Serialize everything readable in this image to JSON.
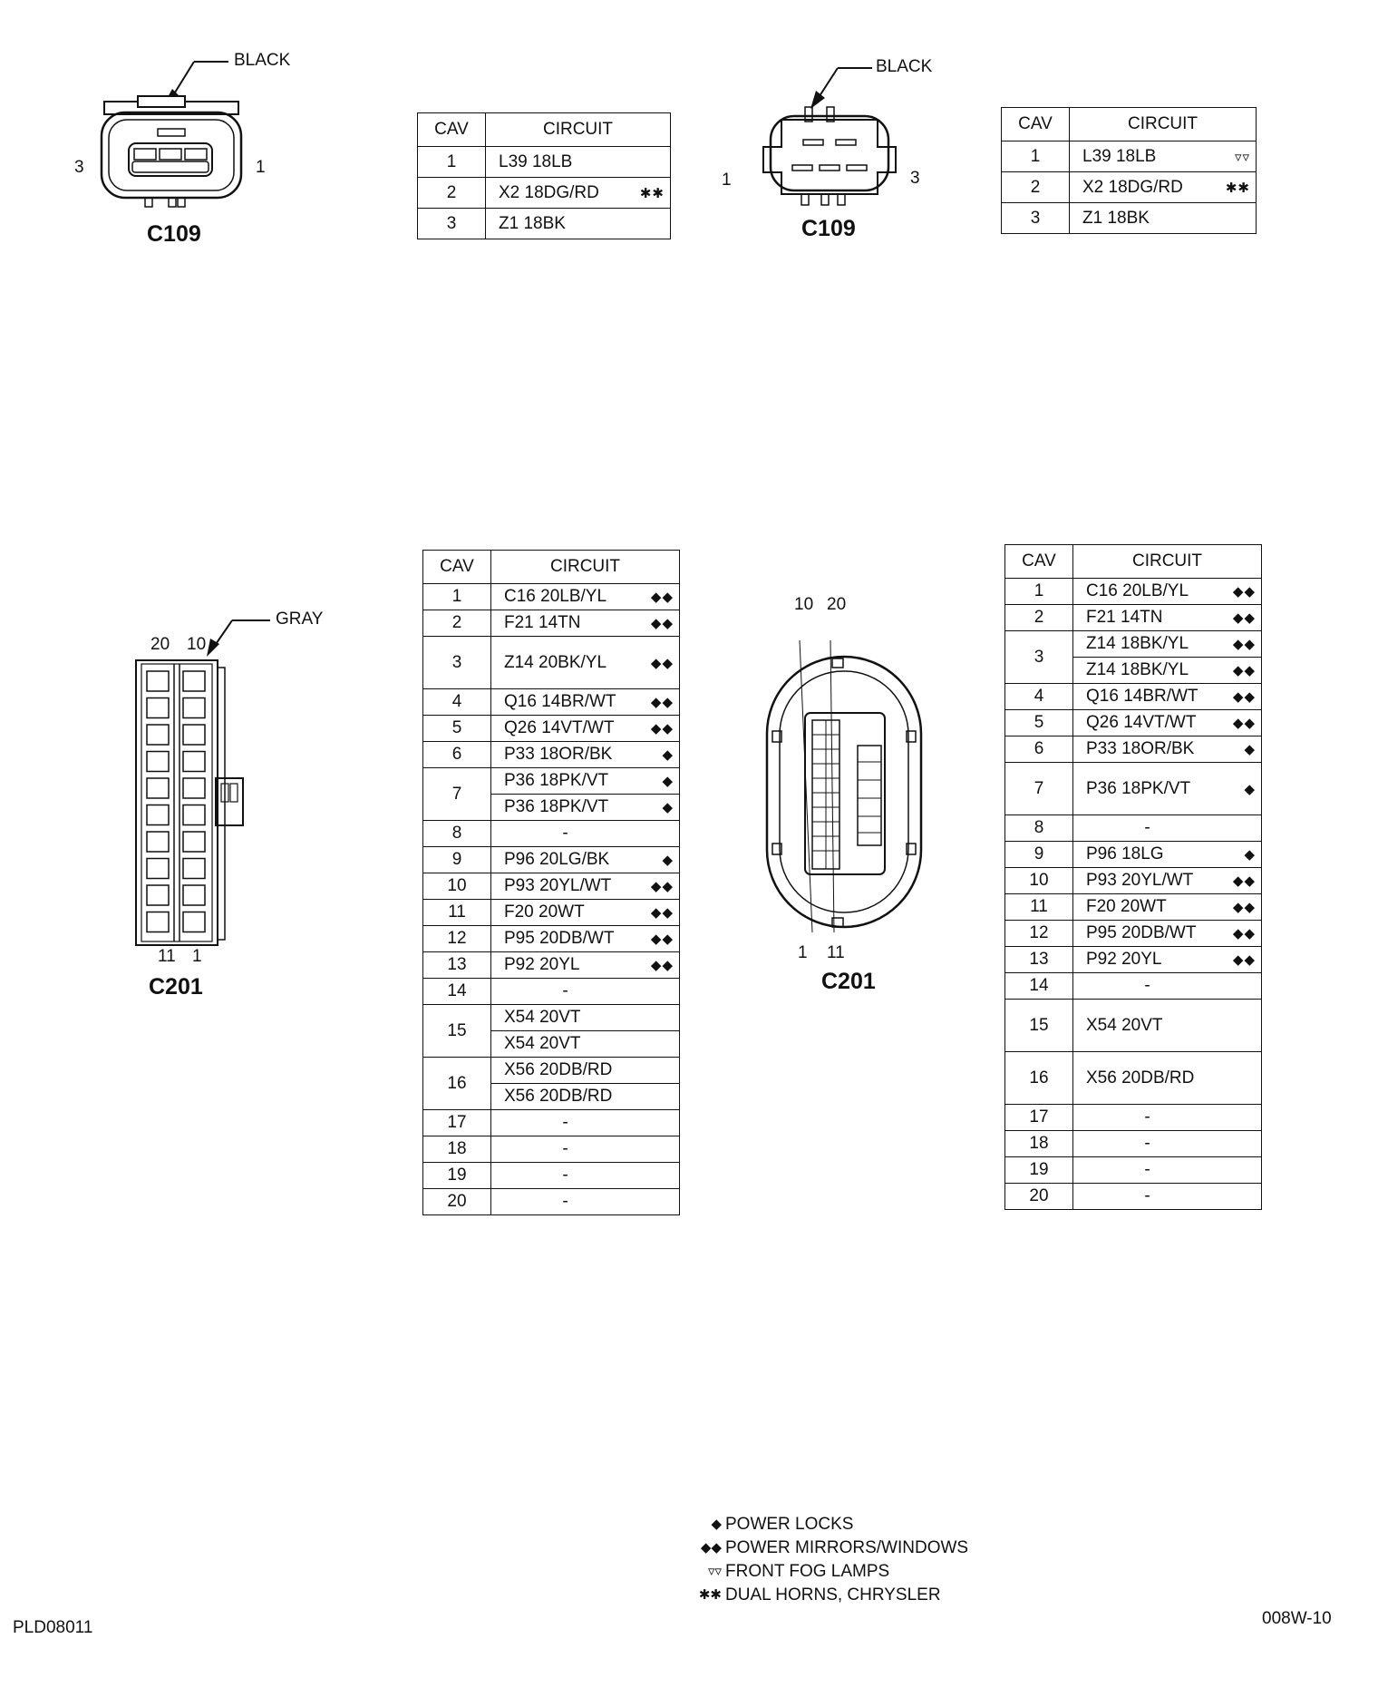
{
  "connectors": [
    {
      "name": "C109",
      "color_label": "BLACK",
      "pin_left": "3",
      "pin_right": "1",
      "table": {
        "headers": [
          "CAV",
          "CIRCUIT"
        ],
        "rows": [
          {
            "cav": "1",
            "circuit": "L39 18LB",
            "mark": ""
          },
          {
            "cav": "2",
            "circuit": "X2 18DG/RD",
            "mark": "✱✱"
          },
          {
            "cav": "3",
            "circuit": "Z1 18BK",
            "mark": ""
          }
        ]
      }
    },
    {
      "name": "C109",
      "color_label": "BLACK",
      "pin_left": "1",
      "pin_right": "3",
      "table": {
        "headers": [
          "CAV",
          "CIRCUIT"
        ],
        "rows": [
          {
            "cav": "1",
            "circuit": "L39 18LB",
            "mark": "▿▿"
          },
          {
            "cav": "2",
            "circuit": "X2 18DG/RD",
            "mark": "✱✱"
          },
          {
            "cav": "3",
            "circuit": "Z1 18BK",
            "mark": ""
          }
        ]
      }
    },
    {
      "name": "C201",
      "color_label": "GRAY",
      "pin_top": [
        "20",
        "10"
      ],
      "pin_bottom": [
        "11",
        "1"
      ],
      "table": {
        "headers": [
          "CAV",
          "CIRCUIT"
        ],
        "rows": [
          {
            "cav": "1",
            "circuits": [
              {
                "t": "C16 20LB/YL",
                "m": "◆◆"
              }
            ]
          },
          {
            "cav": "2",
            "circuits": [
              {
                "t": "F21 14TN",
                "m": "◆◆"
              }
            ]
          },
          {
            "cav": "3",
            "circuits": [
              {
                "t": "Z14 20BK/YL",
                "m": "◆◆"
              }
            ]
          },
          {
            "cav": "4",
            "circuits": [
              {
                "t": "Q16 14BR/WT",
                "m": "◆◆"
              }
            ]
          },
          {
            "cav": "5",
            "circuits": [
              {
                "t": "Q26 14VT/WT",
                "m": "◆◆"
              }
            ]
          },
          {
            "cav": "6",
            "circuits": [
              {
                "t": "P33 18OR/BK",
                "m": "◆"
              }
            ]
          },
          {
            "cav": "7",
            "circuits": [
              {
                "t": "P36 18PK/VT",
                "m": "◆"
              },
              {
                "t": "P36 18PK/VT",
                "m": "◆"
              }
            ]
          },
          {
            "cav": "8",
            "circuits": [
              {
                "t": "-",
                "m": ""
              }
            ]
          },
          {
            "cav": "9",
            "circuits": [
              {
                "t": "P96 20LG/BK",
                "m": "◆"
              }
            ]
          },
          {
            "cav": "10",
            "circuits": [
              {
                "t": "P93 20YL/WT",
                "m": "◆◆"
              }
            ]
          },
          {
            "cav": "11",
            "circuits": [
              {
                "t": "F20 20WT",
                "m": "◆◆"
              }
            ]
          },
          {
            "cav": "12",
            "circuits": [
              {
                "t": "P95 20DB/WT",
                "m": "◆◆"
              }
            ]
          },
          {
            "cav": "13",
            "circuits": [
              {
                "t": "P92 20YL",
                "m": "◆◆"
              }
            ]
          },
          {
            "cav": "14",
            "circuits": [
              {
                "t": "-",
                "m": ""
              }
            ]
          },
          {
            "cav": "15",
            "circuits": [
              {
                "t": "X54 20VT",
                "m": ""
              },
              {
                "t": "X54 20VT",
                "m": ""
              }
            ]
          },
          {
            "cav": "16",
            "circuits": [
              {
                "t": "X56 20DB/RD",
                "m": ""
              },
              {
                "t": "X56 20DB/RD",
                "m": ""
              }
            ]
          },
          {
            "cav": "17",
            "circuits": [
              {
                "t": "-",
                "m": ""
              }
            ]
          },
          {
            "cav": "18",
            "circuits": [
              {
                "t": "-",
                "m": ""
              }
            ]
          },
          {
            "cav": "19",
            "circuits": [
              {
                "t": "-",
                "m": ""
              }
            ]
          },
          {
            "cav": "20",
            "circuits": [
              {
                "t": "-",
                "m": ""
              }
            ]
          }
        ]
      }
    },
    {
      "name": "C201",
      "pin_top": [
        "10",
        "20"
      ],
      "pin_bottom": [
        "1",
        "11"
      ],
      "table": {
        "headers": [
          "CAV",
          "CIRCUIT"
        ],
        "rows": [
          {
            "cav": "1",
            "circuits": [
              {
                "t": "C16 20LB/YL",
                "m": "◆◆"
              }
            ]
          },
          {
            "cav": "2",
            "circuits": [
              {
                "t": "F21 14TN",
                "m": "◆◆"
              }
            ]
          },
          {
            "cav": "3",
            "circuits": [
              {
                "t": "Z14 18BK/YL",
                "m": "◆◆"
              },
              {
                "t": "Z14 18BK/YL",
                "m": "◆◆"
              }
            ]
          },
          {
            "cav": "4",
            "circuits": [
              {
                "t": "Q16 14BR/WT",
                "m": "◆◆"
              }
            ]
          },
          {
            "cav": "5",
            "circuits": [
              {
                "t": "Q26 14VT/WT",
                "m": "◆◆"
              }
            ]
          },
          {
            "cav": "6",
            "circuits": [
              {
                "t": "P33 18OR/BK",
                "m": "◆"
              }
            ]
          },
          {
            "cav": "7",
            "circuits": [
              {
                "t": "P36 18PK/VT",
                "m": "◆"
              }
            ]
          },
          {
            "cav": "8",
            "circuits": [
              {
                "t": "-",
                "m": ""
              }
            ]
          },
          {
            "cav": "9",
            "circuits": [
              {
                "t": "P96 18LG",
                "m": "◆"
              }
            ]
          },
          {
            "cav": "10",
            "circuits": [
              {
                "t": "P93 20YL/WT",
                "m": "◆◆"
              }
            ]
          },
          {
            "cav": "11",
            "circuits": [
              {
                "t": "F20 20WT",
                "m": "◆◆"
              }
            ]
          },
          {
            "cav": "12",
            "circuits": [
              {
                "t": "P95 20DB/WT",
                "m": "◆◆"
              }
            ]
          },
          {
            "cav": "13",
            "circuits": [
              {
                "t": "P92 20YL",
                "m": "◆◆"
              }
            ]
          },
          {
            "cav": "14",
            "circuits": [
              {
                "t": "-",
                "m": ""
              }
            ]
          },
          {
            "cav": "15",
            "circuits": [
              {
                "t": "X54 20VT",
                "m": ""
              }
            ]
          },
          {
            "cav": "16",
            "circuits": [
              {
                "t": "X56 20DB/RD",
                "m": ""
              }
            ]
          },
          {
            "cav": "17",
            "circuits": [
              {
                "t": "-",
                "m": ""
              }
            ]
          },
          {
            "cav": "18",
            "circuits": [
              {
                "t": "-",
                "m": ""
              }
            ]
          },
          {
            "cav": "19",
            "circuits": [
              {
                "t": "-",
                "m": ""
              }
            ]
          },
          {
            "cav": "20",
            "circuits": [
              {
                "t": "-",
                "m": ""
              }
            ]
          }
        ]
      }
    }
  ],
  "legend": [
    {
      "symbol": "◆",
      "text": "POWER LOCKS"
    },
    {
      "symbol": "◆◆",
      "text": "POWER MIRRORS/WINDOWS"
    },
    {
      "symbol": "▿▿",
      "text": "FRONT FOG LAMPS"
    },
    {
      "symbol": "✱✱",
      "text": "DUAL HORNS, CHRYSLER"
    }
  ],
  "footer": {
    "left_code": "PLD08011",
    "right_code": "008W-10"
  }
}
